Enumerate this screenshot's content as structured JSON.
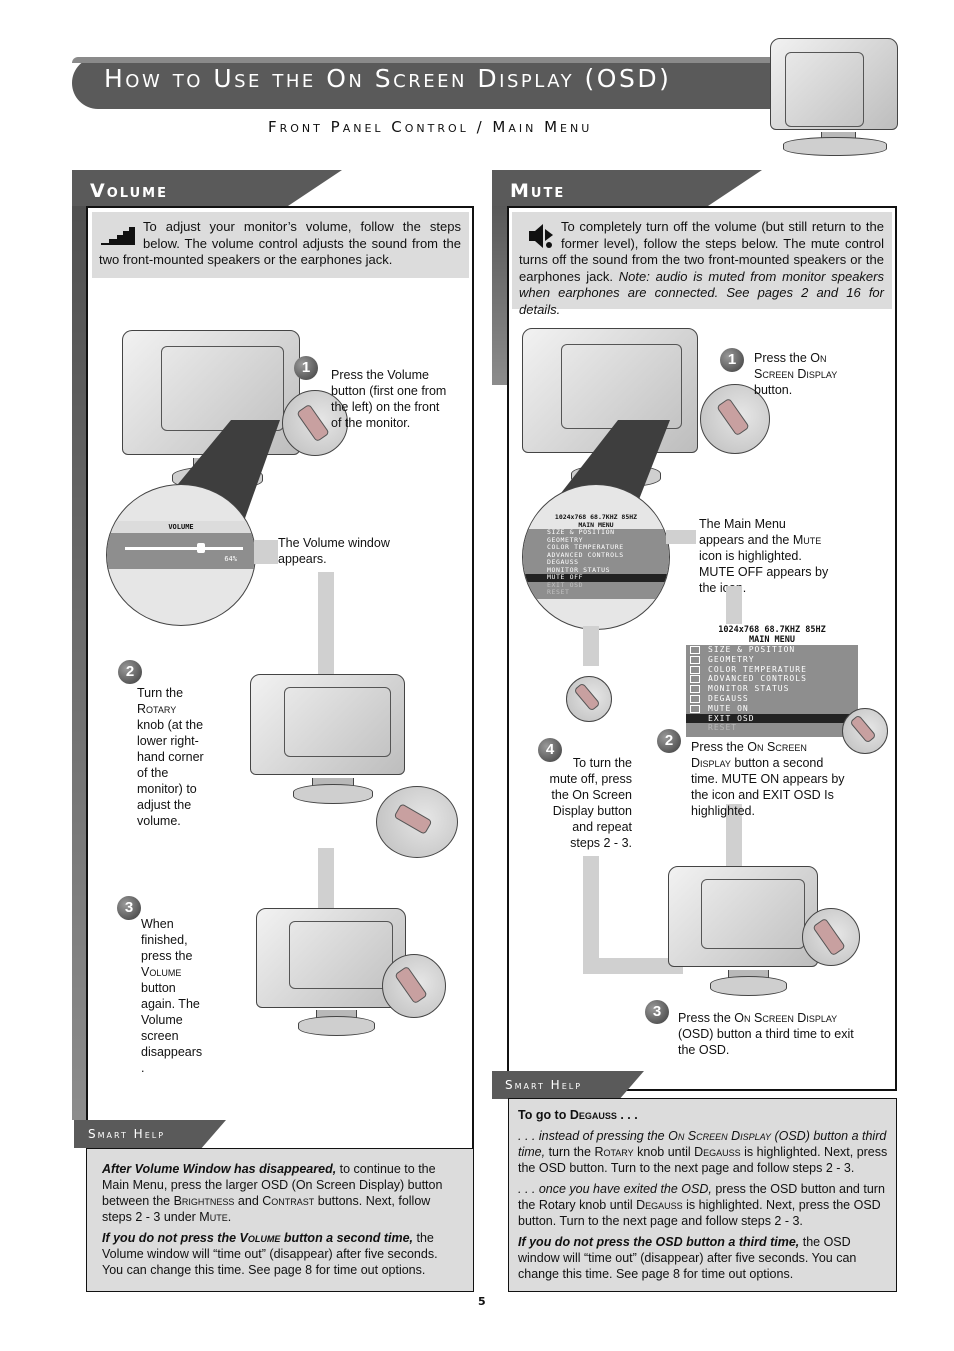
{
  "header": {
    "title": "How to Use the On Screen Display (OSD)",
    "subtitle": "Front Panel Control / Main Menu"
  },
  "volume": {
    "heading": "Volume",
    "intro": "To adjust your monitor’s volume, follow the steps below. The volume control adjusts the sound from the two front-mounted speakers or the earphones jack.",
    "step1": "Press the Volume button (first one from the left) on the front of the monitor.",
    "volume_window_caption": "The Volume window appears.",
    "osd_volume_label": "VOLUME",
    "osd_volume_value": "64%",
    "osd_volume_level": 0.64,
    "step2_pre": "Turn the ",
    "step2_rotary": "Rotary",
    "step2_post": " knob (at the lower right-hand corner of the monitor) to adjust the volume.",
    "step3_pre": "When finished, press the ",
    "step3_volume": "Volume",
    "step3_post": " button again. The Volume screen disappears .",
    "num1": "1",
    "num2": "2",
    "num3": "3"
  },
  "mute": {
    "heading": "Mute",
    "intro_plain": "To completely turn off the volume (but still return to the former level), follow the steps below. The mute control turns off the sound from the two front-mounted speakers or the earphones jack. ",
    "intro_note": "Note: audio is muted from monitor speakers when earphones are connected. See pages 2 and 16 for details.",
    "step1_pre": "Press the ",
    "step1_osd": "On Screen Display",
    "step1_post": " button.",
    "main_menu_pre": "The Main Menu appears and the ",
    "main_menu_mute": "Mute",
    "main_menu_post": " icon is highlighted. MUTE OFF appears by the icon.",
    "step2_pre": "Press the ",
    "step2_osd": "On Screen Display",
    "step2_post": " button a second time. MUTE ON appears by the icon and EXIT OSD Is highlighted.",
    "step3_pre": "Press the ",
    "step3_osd": "On Screen Display",
    "step3_post": " (OSD) button a third time to exit the OSD.",
    "step4": "To turn the mute off, press the On Screen Display button and repeat steps 2 - 3.",
    "num1": "1",
    "num2": "2",
    "num3": "3",
    "num4": "4"
  },
  "osd_menu": {
    "resolution": "1024x768   68.7KHZ 85HZ",
    "title": "MAIN MENU",
    "items": [
      "SIZE & POSITION",
      "GEOMETRY",
      "COLOR TEMPERATURE",
      "ADVANCED CONTROLS",
      "MONITOR STATUS",
      "DEGAUSS",
      "MUTE ON",
      "EXIT OSD",
      "RESET"
    ],
    "zoom_resolution": "1024x768  68.7KHZ 85HZ",
    "zoom_items": [
      "SIZE & POSITION",
      "GEOMETRY",
      "COLOR TEMPERATURE",
      "ADVANCED CONTROLS",
      "DEGAUSS",
      "MONITOR STATUS",
      "MUTE OFF",
      "EXIT OSD",
      "RESET"
    ]
  },
  "smart_help_left": {
    "tab": "Smart Help",
    "p1_bold": "After Volume Window has disappeared,",
    "p1_a": " to continue to the Main Menu, press the larger OSD (On Screen Display) button between the ",
    "p1_brightness": "Brightness",
    "p1_b": " and ",
    "p1_contrast": "Contrast",
    "p1_c": " buttons. Next, follow steps 2 - 3 under ",
    "p1_mute": "Mute",
    "p1_d": ".",
    "p2_bold_a": "If you do not press the ",
    "p2_bold_vol": "Volume",
    "p2_bold_b": " button a second time,",
    "p2_rest": " the Volume window will “time out” (disappear) after five seconds. You can change this time. See page 8 for time out options."
  },
  "smart_help_right": {
    "tab": "Smart Help",
    "heading_a": "To go to ",
    "heading_degauss": "Degauss",
    "heading_b": " . . .",
    "p1_it_a": ". . . instead of pressing the ",
    "p1_it_osd": "On Screen Display",
    "p1_it_b": " (OSD) button a third time,",
    "p1_a": " turn the ",
    "p1_rotary": "Rotary",
    "p1_b": " knob until ",
    "p1_degauss": "Degauss",
    "p1_c": " is highlighted. Next, press the OSD button. Turn to the next page and follow steps 2 - 3.",
    "p2_it": ". . . once you have exited the OSD,",
    "p2_a": " press the OSD button and turn the Rotary knob until ",
    "p2_degauss": "Degauss",
    "p2_b": " is highlighted. Next, press the OSD button. Turn to the next page and follow steps 2 - 3.",
    "p3_bold": "If you do not press the OSD button a third time,",
    "p3_rest": " the OSD window will “time out” (disappear) after five seconds. You can change this time. See page 8 for time out options."
  },
  "page_number": "5"
}
